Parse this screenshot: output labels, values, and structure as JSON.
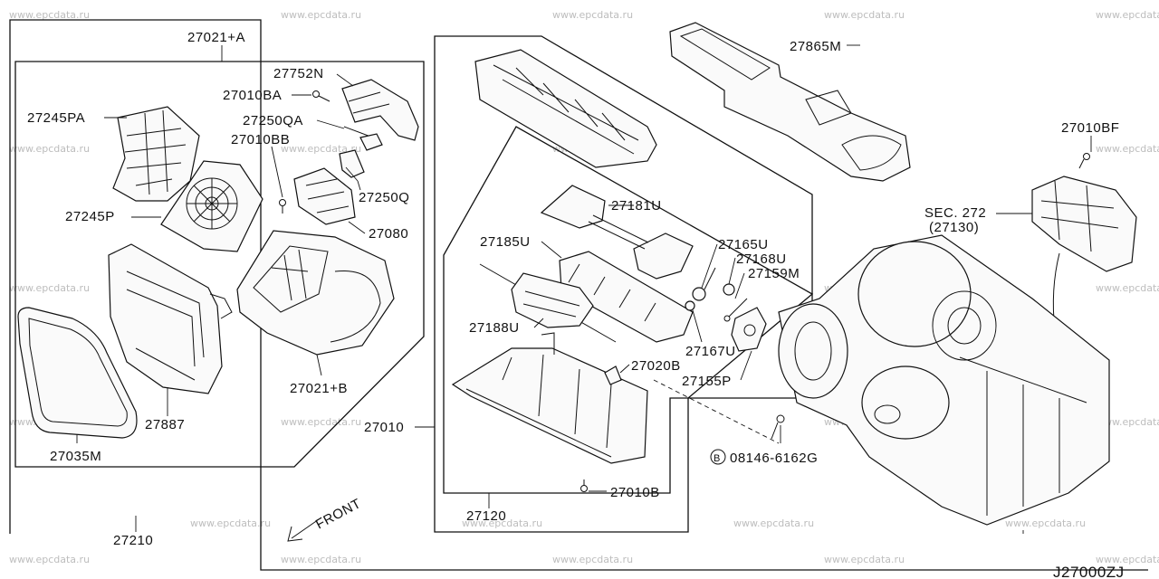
{
  "watermark_text": "www.epcdata.ru",
  "diagram_code": "J27000ZJ",
  "front_label": "FRONT",
  "bolt_prefix": "B",
  "parts": {
    "p27021A": "27021+A",
    "p27752N": "27752N",
    "p27010BA": "27010BA",
    "p27245PA": "27245PA",
    "p27250QA": "27250QA",
    "p27010BB": "27010BB",
    "p27250Q": "27250Q",
    "p27245P": "27245P",
    "p27080": "27080",
    "p27021B": "27021+B",
    "p27887": "27887",
    "p27035M": "27035M",
    "p27210": "27210",
    "p27010": "27010",
    "p27181U": "27181U",
    "p27185U": "27185U",
    "p27165U": "27165U",
    "p27168U": "27168U",
    "p27159M": "27159M",
    "p27188U": "27188U",
    "p27167U": "27167U",
    "p27020B": "27020B",
    "p27155P": "27155P",
    "p27120": "27120",
    "p27010B": "27010B",
    "p27865M": "27865M",
    "p27010BF": "27010BF",
    "sec272": "SEC. 272",
    "sec272sub": "(27130)",
    "bolt": "08146-6162G"
  }
}
